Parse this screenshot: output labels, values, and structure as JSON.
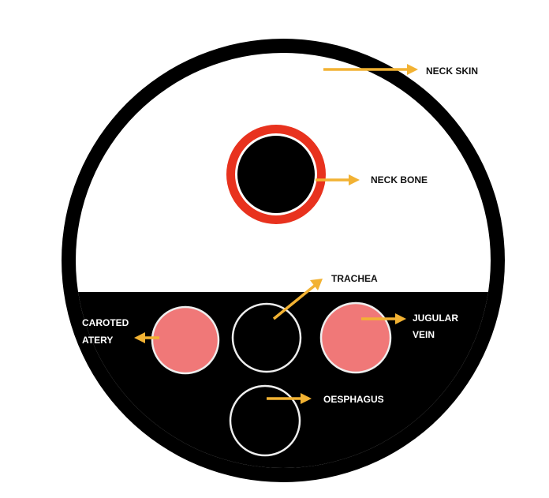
{
  "labels": {
    "neck_skin": "NECK SKIN",
    "neck_bone": "NECK BONE",
    "trachea": "TRACHEA",
    "jugular_vein_line1": "JUGULAR",
    "jugular_vein_line2": "VEIN",
    "caroted_atery_line1": "CAROTED",
    "caroted_atery_line2": "ATERY",
    "oesphagus": "OESPHAGUS"
  },
  "colors": {
    "skin_ring": "#000000",
    "bone_outer": "#e8321e",
    "vessel": "#f07878",
    "arrow": "#f2b233"
  }
}
